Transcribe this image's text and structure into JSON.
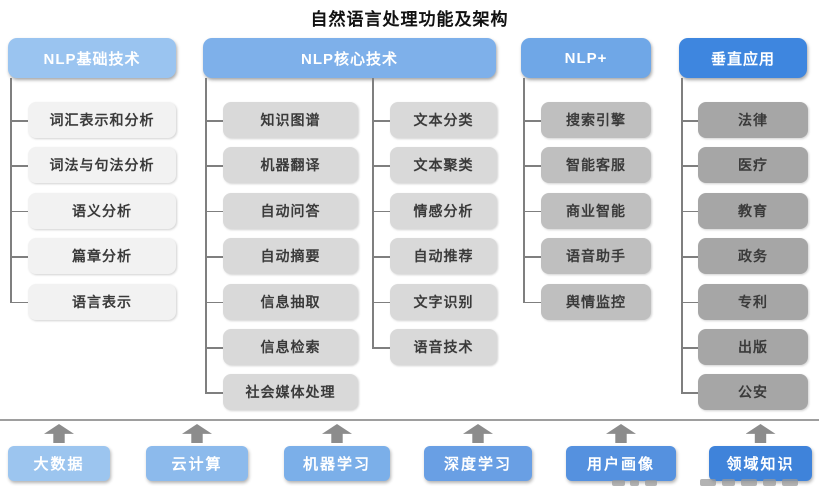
{
  "title": "自然语言处理功能及架构",
  "colors": {
    "connector": "#7f7f7f",
    "separator": "#9e9e9e",
    "arrow": "#8c8c8c",
    "header_text": "#ffffff",
    "item_text": "#3a3a3a"
  },
  "columns": [
    {
      "header": "NLP基础技术",
      "header_color": "#9ac4f0",
      "item_color": "#f2f2f2",
      "groups": [
        [
          "词汇表示和分析",
          "词法与句法分析",
          "语义分析",
          "篇章分析",
          "语言表示"
        ]
      ]
    },
    {
      "header": "NLP核心技术",
      "header_color": "#7eb0ea",
      "item_color": "#d9d9d9",
      "groups": [
        [
          "知识图谱",
          "机器翻译",
          "自动问答",
          "自动摘要",
          "信息抽取",
          "信息检索",
          "社会媒体处理"
        ],
        [
          "文本分类",
          "文本聚类",
          "情感分析",
          "自动推荐",
          "文字识别",
          "语音技术"
        ]
      ]
    },
    {
      "header": "NLP+",
      "header_color": "#6fa7e7",
      "item_color": "#bfbfbf",
      "groups": [
        [
          "搜索引擎",
          "智能客服",
          "商业智能",
          "语音助手",
          "舆情监控"
        ]
      ]
    },
    {
      "header": "垂直应用",
      "header_color": "#3e86df",
      "item_color": "#a6a6a6",
      "groups": [
        [
          "法律",
          "医疗",
          "教育",
          "政务",
          "专利",
          "出版",
          "公安"
        ]
      ]
    }
  ],
  "foundation": [
    {
      "label": "大数据",
      "color": "#9cc5ef"
    },
    {
      "label": "云计算",
      "color": "#8cbaec"
    },
    {
      "label": "机器学习",
      "color": "#7bafe9"
    },
    {
      "label": "深度学习",
      "color": "#699fe4"
    },
    {
      "label": "用户画像",
      "color": "#5591df"
    },
    {
      "label": "领域知识",
      "color": "#3f83da"
    }
  ]
}
